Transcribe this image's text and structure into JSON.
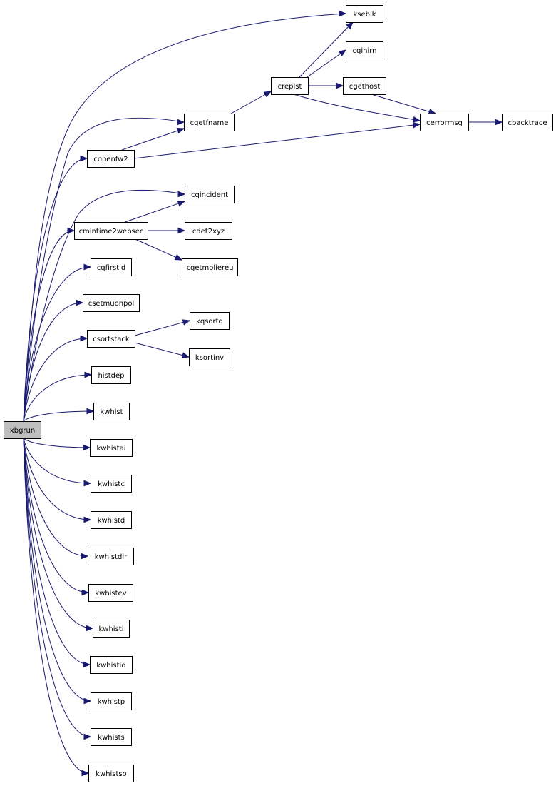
{
  "diagram": {
    "root": "xbgrun",
    "nodes": [
      {
        "id": "xbgrun",
        "label": "xbgrun",
        "root": true
      },
      {
        "id": "ksebik",
        "label": "ksebik"
      },
      {
        "id": "cqinirn",
        "label": "cqinirn"
      },
      {
        "id": "creplst",
        "label": "creplst"
      },
      {
        "id": "cgethost",
        "label": "cgethost"
      },
      {
        "id": "cgetfname",
        "label": "cgetfname"
      },
      {
        "id": "cerrormsg",
        "label": "cerrormsg"
      },
      {
        "id": "cbacktrace",
        "label": "cbacktrace"
      },
      {
        "id": "copenfw2",
        "label": "copenfw2"
      },
      {
        "id": "cqincident",
        "label": "cqincident"
      },
      {
        "id": "cmintime2websec",
        "label": "cmintime2websec"
      },
      {
        "id": "cdet2xyz",
        "label": "cdet2xyz"
      },
      {
        "id": "cgetmoliereu",
        "label": "cgetmoliereu"
      },
      {
        "id": "cqfirstid",
        "label": "cqfirstid"
      },
      {
        "id": "csetmuonpol",
        "label": "csetmuonpol"
      },
      {
        "id": "kqsortd",
        "label": "kqsortd"
      },
      {
        "id": "csortstack",
        "label": "csortstack"
      },
      {
        "id": "ksortinv",
        "label": "ksortinv"
      },
      {
        "id": "histdep",
        "label": "histdep"
      },
      {
        "id": "kwhist",
        "label": "kwhist"
      },
      {
        "id": "kwhistai",
        "label": "kwhistai"
      },
      {
        "id": "kwhistc",
        "label": "kwhistc"
      },
      {
        "id": "kwhistd",
        "label": "kwhistd"
      },
      {
        "id": "kwhistdir",
        "label": "kwhistdir"
      },
      {
        "id": "kwhistev",
        "label": "kwhistev"
      },
      {
        "id": "kwhisti",
        "label": "kwhisti"
      },
      {
        "id": "kwhistid",
        "label": "kwhistid"
      },
      {
        "id": "kwhistp",
        "label": "kwhistp"
      },
      {
        "id": "kwhists",
        "label": "kwhists"
      },
      {
        "id": "kwhistso",
        "label": "kwhistso"
      }
    ],
    "edges": [
      {
        "from": "xbgrun",
        "to": "ksebik"
      },
      {
        "from": "xbgrun",
        "to": "cgetfname"
      },
      {
        "from": "xbgrun",
        "to": "copenfw2"
      },
      {
        "from": "xbgrun",
        "to": "cqincident"
      },
      {
        "from": "xbgrun",
        "to": "cmintime2websec"
      },
      {
        "from": "xbgrun",
        "to": "cqfirstid"
      },
      {
        "from": "xbgrun",
        "to": "csetmuonpol"
      },
      {
        "from": "xbgrun",
        "to": "csortstack"
      },
      {
        "from": "xbgrun",
        "to": "histdep"
      },
      {
        "from": "xbgrun",
        "to": "kwhist"
      },
      {
        "from": "xbgrun",
        "to": "kwhistai"
      },
      {
        "from": "xbgrun",
        "to": "kwhistc"
      },
      {
        "from": "xbgrun",
        "to": "kwhistd"
      },
      {
        "from": "xbgrun",
        "to": "kwhistdir"
      },
      {
        "from": "xbgrun",
        "to": "kwhistev"
      },
      {
        "from": "xbgrun",
        "to": "kwhisti"
      },
      {
        "from": "xbgrun",
        "to": "kwhistid"
      },
      {
        "from": "xbgrun",
        "to": "kwhistp"
      },
      {
        "from": "xbgrun",
        "to": "kwhists"
      },
      {
        "from": "xbgrun",
        "to": "kwhistso"
      },
      {
        "from": "copenfw2",
        "to": "cgetfname"
      },
      {
        "from": "copenfw2",
        "to": "cerrormsg"
      },
      {
        "from": "cgetfname",
        "to": "creplst"
      },
      {
        "from": "creplst",
        "to": "ksebik"
      },
      {
        "from": "creplst",
        "to": "cqinirn"
      },
      {
        "from": "creplst",
        "to": "cgethost"
      },
      {
        "from": "creplst",
        "to": "cerrormsg"
      },
      {
        "from": "cgethost",
        "to": "cerrormsg"
      },
      {
        "from": "cerrormsg",
        "to": "cbacktrace"
      },
      {
        "from": "cmintime2websec",
        "to": "cqincident"
      },
      {
        "from": "cmintime2websec",
        "to": "cdet2xyz"
      },
      {
        "from": "cmintime2websec",
        "to": "cgetmoliereu"
      },
      {
        "from": "csortstack",
        "to": "kqsortd"
      },
      {
        "from": "csortstack",
        "to": "ksortinv"
      }
    ]
  }
}
